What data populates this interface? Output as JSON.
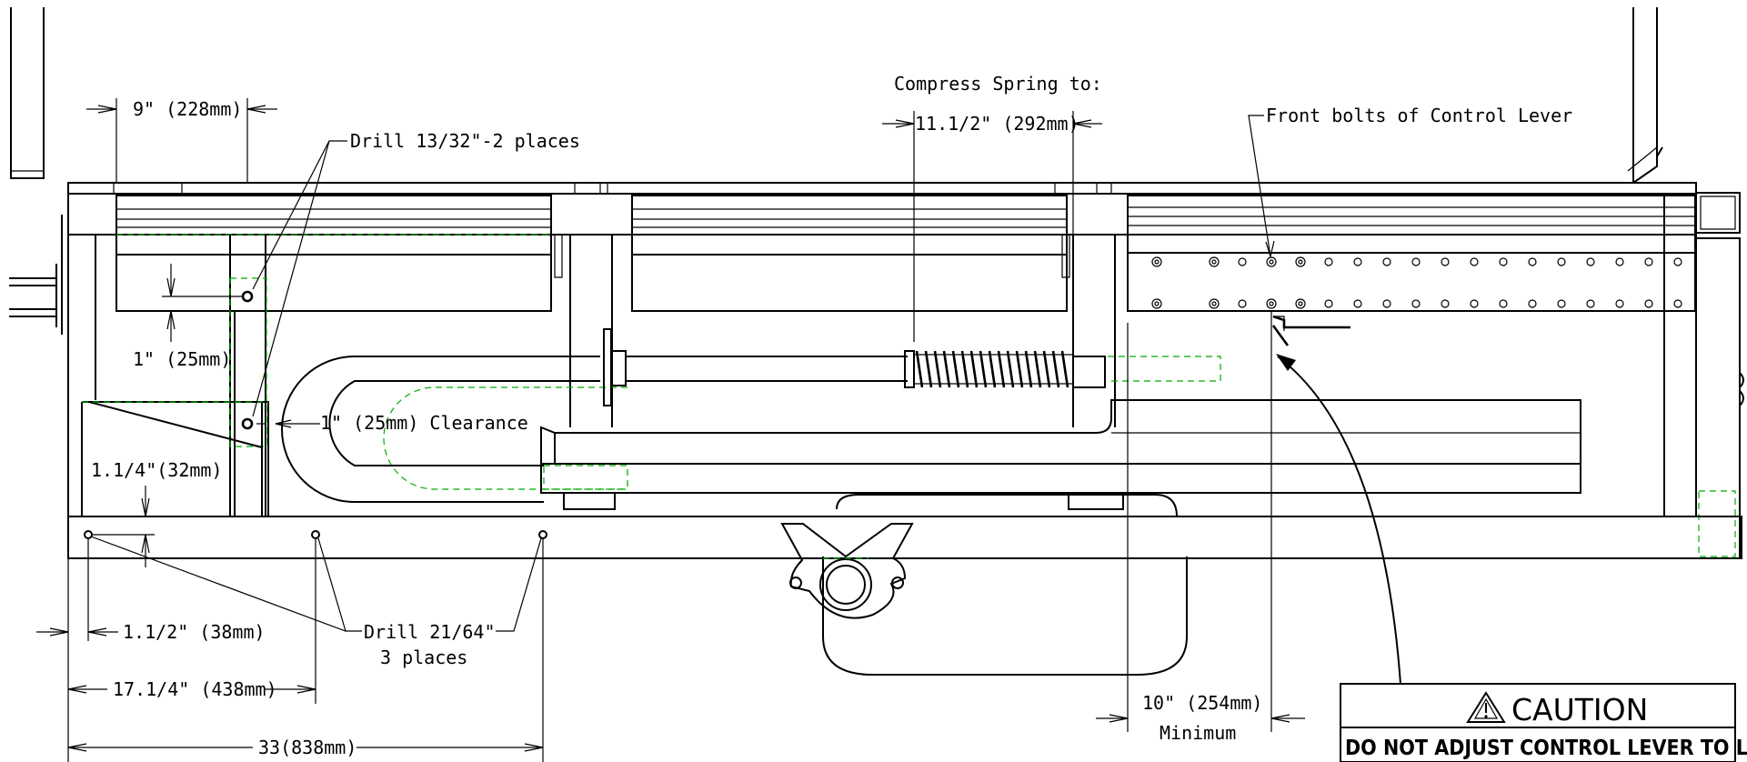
{
  "dimensions": {
    "top_width": "9\" (228mm)",
    "upper_height": "1\" (25mm)",
    "clearance": "1\" (25mm) Clearance",
    "lower_height": "1.1/4\"(32mm)",
    "hole_offset": "1.1/2\" (38mm)",
    "middle_hole": "17.1/4\" (438mm)",
    "overall_hole": "33(838mm)",
    "spring_length": "11.1/2\" (292mm)",
    "min_distance": "10\" (254mm)",
    "min_label": "Minimum"
  },
  "callouts": {
    "drill_upper": "Drill 13/32\"-2 places",
    "drill_lower_1": "Drill 21/64\"",
    "drill_lower_2": "3 places",
    "spring": "Compress Spring to:",
    "front_bolts": "Front bolts of Control Lever"
  },
  "caution": {
    "title": "CAUTION",
    "text": "DO NOT ADJUST CONTROL LEVER TO LESS"
  }
}
